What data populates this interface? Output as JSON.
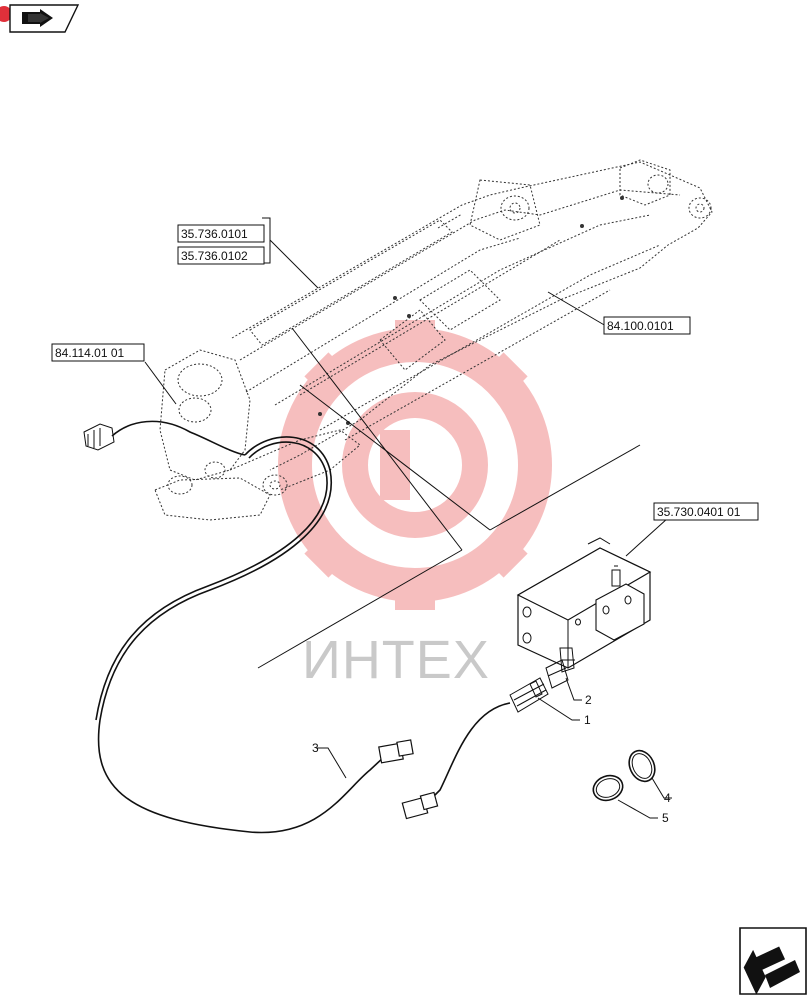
{
  "references": {
    "arm_ref_1": "35.736.0101",
    "arm_ref_2": "35.736.0102",
    "boom_ref": "84.100.0101",
    "pivot_ref": "84.114.01 01",
    "valve_ref": "35.730.0401 01"
  },
  "callouts": {
    "c1": "1",
    "c2": "2",
    "c3": "3",
    "c4": "4",
    "c5": "5"
  },
  "watermark": {
    "text": "ИНТЕХ"
  },
  "colors": {
    "watermark": "#f08a8a",
    "ink": "#111111",
    "badge": "#e0303a"
  },
  "icons": {
    "top_left": "section-nav-icon",
    "bottom_right": "next-page-arrow-icon"
  }
}
